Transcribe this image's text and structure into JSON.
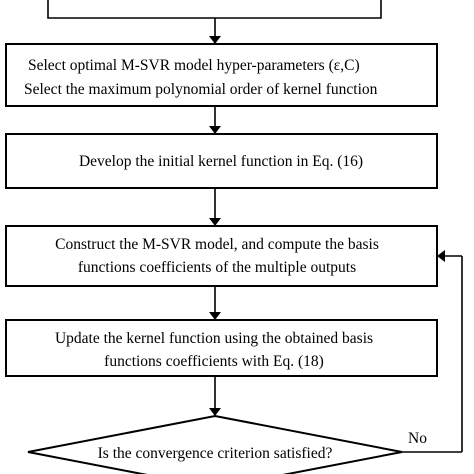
{
  "steps": [
    {
      "id": "hyperparameters",
      "lines": [
        "Select optimal M-SVR model hyper-parameters (ε,C)",
        "Select  the maximum polynomial order of kernel function"
      ]
    },
    {
      "id": "initial-kernel",
      "lines": [
        "Develop the initial kernel function in Eq. (16)"
      ]
    },
    {
      "id": "construct-model",
      "lines": [
        "Construct the  M-SVR model, and compute the basis",
        "functions coefficients of the multiple outputs"
      ]
    },
    {
      "id": "update-kernel",
      "lines": [
        "Update the kernel function using the obtained basis",
        "functions coefficients with Eq. (18)"
      ]
    }
  ],
  "decision": {
    "question": "Is the convergence criterion  satisfied?",
    "no_label": "No"
  },
  "colors": {
    "stroke": "#000000",
    "background": "#ffffff"
  }
}
